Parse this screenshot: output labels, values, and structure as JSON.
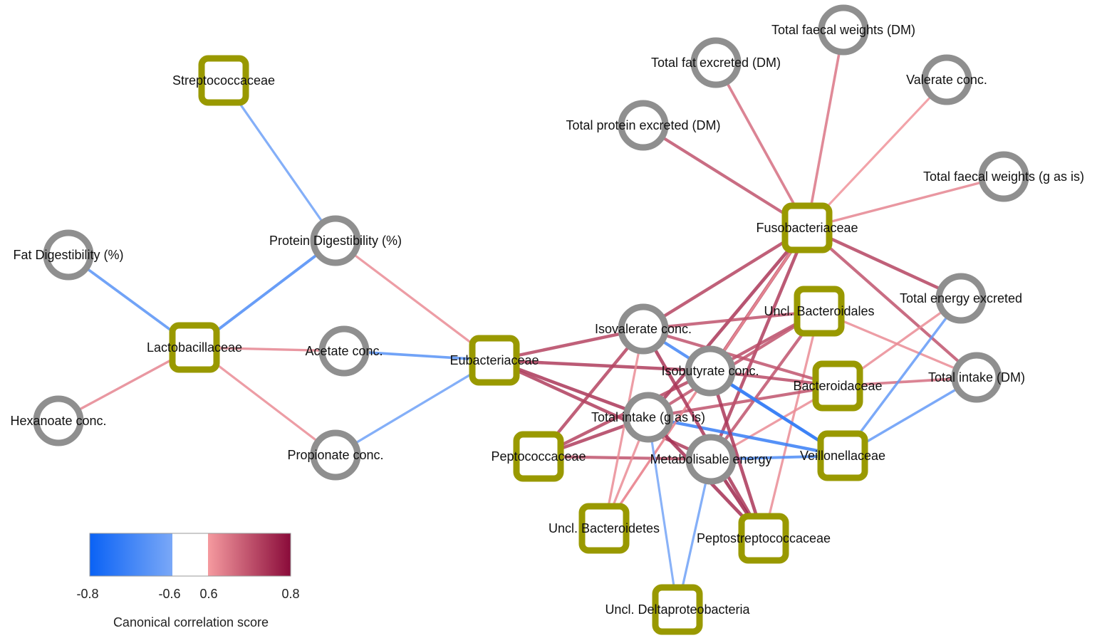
{
  "colors": {
    "bacteria_node": "#999900",
    "variable_node": "#8f8f8f",
    "scale_neg_strong": "#0a62f5",
    "scale_neg_weak": "#7aa8f7",
    "scale_mid": "#ffffff",
    "scale_pos_weak": "#f59a9f",
    "scale_pos_strong": "#8a0b3a"
  },
  "nodes": [
    {
      "id": "streptococcaceae",
      "label": "Streptococcaceae",
      "kind": "bacteria"
    },
    {
      "id": "lactobacillaceae",
      "label": "Lactobacillaceae",
      "kind": "bacteria"
    },
    {
      "id": "eubacteriaceae",
      "label": "Eubacteriaceae",
      "kind": "bacteria"
    },
    {
      "id": "fusobacteriaceae",
      "label": "Fusobacteriaceae",
      "kind": "bacteria"
    },
    {
      "id": "uncl_bacteroidales",
      "label": "Uncl. Bacteroidales",
      "kind": "bacteria"
    },
    {
      "id": "bacteroidaceae",
      "label": "Bacteroidaceae",
      "kind": "bacteria"
    },
    {
      "id": "veillonellaceae",
      "label": "Veillonellaceae",
      "kind": "bacteria"
    },
    {
      "id": "peptococcaceae",
      "label": "Peptococcaceae",
      "kind": "bacteria"
    },
    {
      "id": "uncl_bacteroidetes",
      "label": "Uncl. Bacteroidetes",
      "kind": "bacteria"
    },
    {
      "id": "peptostreptococcaceae",
      "label": "Peptostreptococcaceae",
      "kind": "bacteria"
    },
    {
      "id": "uncl_deltaproteobacteria",
      "label": "Uncl. Deltaproteobacteria",
      "kind": "bacteria"
    },
    {
      "id": "fat_digestibility",
      "label": "Fat Digestibility (%)",
      "kind": "variable"
    },
    {
      "id": "hexanoate",
      "label": "Hexanoate conc.",
      "kind": "variable"
    },
    {
      "id": "protein_digestibility",
      "label": "Protein Digestibility (%)",
      "kind": "variable"
    },
    {
      "id": "acetate",
      "label": "Acetate conc.",
      "kind": "variable"
    },
    {
      "id": "propionate",
      "label": "Propionate conc.",
      "kind": "variable"
    },
    {
      "id": "total_faecal_dm",
      "label": "Total faecal weights (DM)",
      "kind": "variable"
    },
    {
      "id": "total_fat_excreted",
      "label": "Total fat excreted (DM)",
      "kind": "variable"
    },
    {
      "id": "valerate",
      "label": "Valerate conc.",
      "kind": "variable"
    },
    {
      "id": "total_protein_excreted",
      "label": "Total protein excreted (DM)",
      "kind": "variable"
    },
    {
      "id": "total_faecal_asis",
      "label": "Total faecal weights (g as is)",
      "kind": "variable"
    },
    {
      "id": "total_energy_excreted",
      "label": "Total energy excreted",
      "kind": "variable"
    },
    {
      "id": "total_intake_dm",
      "label": "Total intake (DM)",
      "kind": "variable"
    },
    {
      "id": "isovalerate",
      "label": "Isovalerate conc.",
      "kind": "variable"
    },
    {
      "id": "isobutyrate",
      "label": "Isobutyrate conc.",
      "kind": "variable"
    },
    {
      "id": "total_intake_asis",
      "label": "Total intake (g as is)",
      "kind": "variable"
    },
    {
      "id": "metabolisable_energy",
      "label": "Metabolisable energy",
      "kind": "variable"
    }
  ],
  "edges": [
    {
      "source": "streptococcaceae",
      "target": "protein_digestibility",
      "score": -0.62
    },
    {
      "source": "lactobacillaceae",
      "target": "protein_digestibility",
      "score": -0.68
    },
    {
      "source": "lactobacillaceae",
      "target": "fat_digestibility",
      "score": -0.66
    },
    {
      "source": "lactobacillaceae",
      "target": "acetate",
      "score": 0.63
    },
    {
      "source": "lactobacillaceae",
      "target": "hexanoate",
      "score": 0.63
    },
    {
      "source": "lactobacillaceae",
      "target": "propionate",
      "score": 0.62
    },
    {
      "source": "eubacteriaceae",
      "target": "protein_digestibility",
      "score": 0.62
    },
    {
      "source": "eubacteriaceae",
      "target": "acetate",
      "score": -0.66
    },
    {
      "source": "eubacteriaceae",
      "target": "propionate",
      "score": -0.62
    },
    {
      "source": "eubacteriaceae",
      "target": "isovalerate",
      "score": 0.72
    },
    {
      "source": "eubacteriaceae",
      "target": "isobutyrate",
      "score": 0.73
    },
    {
      "source": "eubacteriaceae",
      "target": "total_intake_asis",
      "score": 0.74
    },
    {
      "source": "eubacteriaceae",
      "target": "metabolisable_energy",
      "score": 0.73
    },
    {
      "source": "fusobacteriaceae",
      "target": "total_faecal_dm",
      "score": 0.65
    },
    {
      "source": "fusobacteriaceae",
      "target": "total_fat_excreted",
      "score": 0.66
    },
    {
      "source": "fusobacteriaceae",
      "target": "valerate",
      "score": 0.61
    },
    {
      "source": "fusobacteriaceae",
      "target": "total_protein_excreted",
      "score": 0.7
    },
    {
      "source": "fusobacteriaceae",
      "target": "total_faecal_asis",
      "score": 0.63
    },
    {
      "source": "fusobacteriaceae",
      "target": "total_energy_excreted",
      "score": 0.72
    },
    {
      "source": "fusobacteriaceae",
      "target": "total_intake_dm",
      "score": 0.7
    },
    {
      "source": "fusobacteriaceae",
      "target": "isovalerate",
      "score": 0.72
    },
    {
      "source": "fusobacteriaceae",
      "target": "isobutyrate",
      "score": 0.73
    },
    {
      "source": "fusobacteriaceae",
      "target": "total_intake_asis",
      "score": 0.74
    },
    {
      "source": "fusobacteriaceae",
      "target": "metabolisable_energy",
      "score": 0.73
    },
    {
      "source": "fusobacteriaceae",
      "target": "uncl_bacteroidetes",
      "score": 0.62
    },
    {
      "source": "uncl_bacteroidales",
      "target": "isovalerate",
      "score": 0.7
    },
    {
      "source": "uncl_bacteroidales",
      "target": "isobutyrate",
      "score": 0.71
    },
    {
      "source": "uncl_bacteroidales",
      "target": "total_intake_asis",
      "score": 0.7
    },
    {
      "source": "uncl_bacteroidales",
      "target": "metabolisable_energy",
      "score": 0.7
    },
    {
      "source": "uncl_bacteroidales",
      "target": "total_intake_dm",
      "score": 0.62
    },
    {
      "source": "uncl_bacteroidales",
      "target": "peptostreptococcaceae",
      "score": 0.62
    },
    {
      "source": "bacteroidaceae",
      "target": "isovalerate",
      "score": 0.7
    },
    {
      "source": "bacteroidaceae",
      "target": "isobutyrate",
      "score": 0.71
    },
    {
      "source": "bacteroidaceae",
      "target": "total_intake_asis",
      "score": 0.7
    },
    {
      "source": "bacteroidaceae",
      "target": "metabolisable_energy",
      "score": 0.62
    },
    {
      "source": "bacteroidaceae",
      "target": "total_intake_dm",
      "score": 0.66
    },
    {
      "source": "bacteroidaceae",
      "target": "total_energy_excreted",
      "score": 0.62
    },
    {
      "source": "veillonellaceae",
      "target": "isovalerate",
      "score": -0.7
    },
    {
      "source": "veillonellaceae",
      "target": "isobutyrate",
      "score": -0.72
    },
    {
      "source": "veillonellaceae",
      "target": "total_intake_asis",
      "score": -0.72
    },
    {
      "source": "veillonellaceae",
      "target": "metabolisable_energy",
      "score": -0.68
    },
    {
      "source": "veillonellaceae",
      "target": "total_intake_dm",
      "score": -0.64
    },
    {
      "source": "veillonellaceae",
      "target": "total_energy_excreted",
      "score": -0.64
    },
    {
      "source": "peptococcaceae",
      "target": "isovalerate",
      "score": 0.72
    },
    {
      "source": "peptococcaceae",
      "target": "isobutyrate",
      "score": 0.72
    },
    {
      "source": "peptococcaceae",
      "target": "total_intake_asis",
      "score": 0.73
    },
    {
      "source": "peptococcaceae",
      "target": "metabolisable_energy",
      "score": 0.7
    },
    {
      "source": "uncl_bacteroidetes",
      "target": "isovalerate",
      "score": 0.62
    },
    {
      "source": "uncl_bacteroidetes",
      "target": "isobutyrate",
      "score": 0.62
    },
    {
      "source": "uncl_bacteroidetes",
      "target": "total_intake_asis",
      "score": 0.62
    },
    {
      "source": "peptostreptococcaceae",
      "target": "isovalerate",
      "score": 0.74
    },
    {
      "source": "peptostreptococcaceae",
      "target": "isobutyrate",
      "score": 0.74
    },
    {
      "source": "peptostreptococcaceae",
      "target": "total_intake_asis",
      "score": 0.75
    },
    {
      "source": "peptostreptococcaceae",
      "target": "metabolisable_energy",
      "score": 0.76
    },
    {
      "source": "uncl_deltaproteobacteria",
      "target": "metabolisable_energy",
      "score": -0.62
    },
    {
      "source": "uncl_deltaproteobacteria",
      "target": "total_intake_asis",
      "score": -0.61
    }
  ],
  "legend": {
    "title": "Canonical correlation score",
    "ticks": [
      "-0.8",
      "-0.6",
      "0.6",
      "0.8"
    ]
  }
}
